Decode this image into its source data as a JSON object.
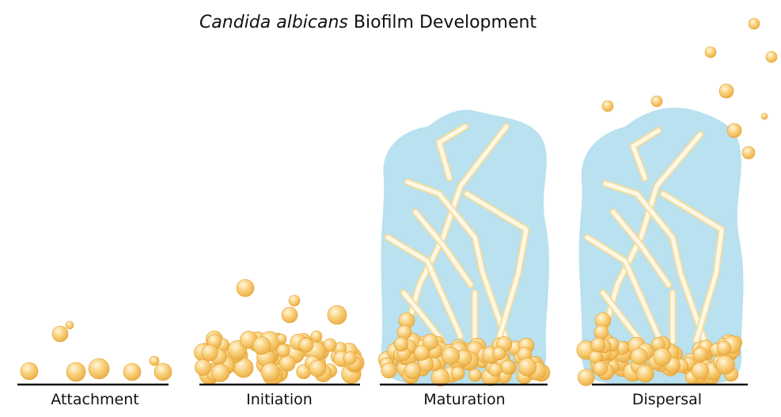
{
  "title": {
    "italic": "Candida albicans",
    "rest": " Biofilm Development"
  },
  "stages": [
    {
      "label": "Attachment"
    },
    {
      "label": "Initiation"
    },
    {
      "label": "Maturation"
    },
    {
      "label": "Dispersal"
    }
  ],
  "colors": {
    "cell": "#f6c35f",
    "cell_highlight": "#fff6dc",
    "hypha": "#fcefc8",
    "matrix": "#b9e1ef",
    "ground": "#111111"
  }
}
